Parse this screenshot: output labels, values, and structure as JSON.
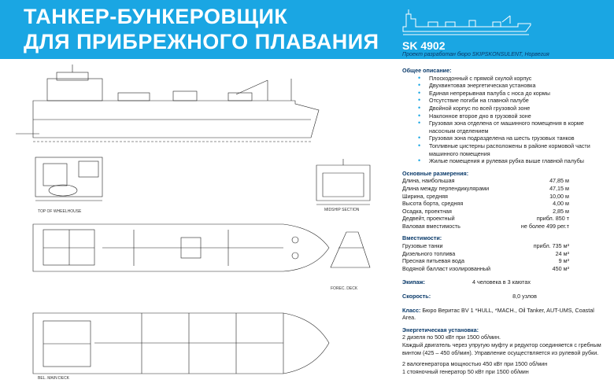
{
  "header": {
    "title_line1": "ТАНКЕР-БУНКЕРОВЩИК",
    "title_line2": "ДЛЯ ПРИБРЕЖНОГО ПЛАВАНИЯ",
    "model": "SK 4902",
    "designer": "Проект разработан бюро SKIPSKONSULENT, Норвегия",
    "color": "#1aa6e3"
  },
  "drawings": {
    "top_wheelhouse_label": "TOP OF WHEELHOUSE",
    "midship_label": "MIDSHIP SECTION",
    "forec_deck_label": "FOREC. DECK",
    "main_deck_label": "BEL. MAIN DECK"
  },
  "general": {
    "title": "Общее описание:",
    "items": [
      "Плоскодонный с прямой скулой корпус",
      "Двухвинтовая энергетическая установка",
      "Единая непрерывная палуба с носа до кормы",
      "Отсутствие погиби на главной палубе",
      "Двойной корпус по всей грузовой зоне",
      "Наклонное второе дно в грузовой зоне",
      "Грузовая зона отделена от машинного помещения в корме насосным отделением",
      "Грузовая зона подразделена на шесть грузовых танков",
      "Топливные цистерны расположены в районе кормовой части машинного помещения",
      "Жилые помещения и рулевая рубка выше главной палубы"
    ]
  },
  "dimensions": {
    "title": "Основные размерения:",
    "rows": [
      {
        "k": "Длина, наибольшая",
        "v": "47,85 м"
      },
      {
        "k": "Длина между перпендикулярами",
        "v": "47,15 м"
      },
      {
        "k": "Ширина, средняя",
        "v": "10,00 м"
      },
      {
        "k": "Высота борта, средняя",
        "v": "4,00 м"
      },
      {
        "k": "Осадка, проектная",
        "v": "2,85 м"
      },
      {
        "k": "Дедвейт, проектный",
        "v": "прибл. 850 т"
      },
      {
        "k": "Валовая вместимость",
        "v": "не более 499 рег.т"
      }
    ]
  },
  "capacity": {
    "title": "Вместимости:",
    "rows": [
      {
        "k": "Грузовые танки",
        "v": "прибл. 735 м³"
      },
      {
        "k": "Дизельного топлива",
        "v": "24 м³"
      },
      {
        "k": "Пресная питьевая вода",
        "v": "9 м³"
      },
      {
        "k": "Водяной балласт изолированный",
        "v": "450 м³"
      }
    ]
  },
  "crew": {
    "label": "Экипаж:",
    "value": "4 человека в 3 каютах"
  },
  "speed": {
    "label": "Скорость:",
    "value": "8,0 узлов"
  },
  "class": {
    "label": "Класс:",
    "value": "Бюро Веритас BV 1 *HULL, *MACH., Oil Tanker, AUT-UMS, Coastal Area."
  },
  "power": {
    "title": "Энергетическая установка:",
    "p1": "2 дизеля по 500 кВт при 1500 об/мин.",
    "p2": "Каждый двигатель через упругую муфту и редуктор соединяется с гребным винтом (425 – 450 об/мин). Управление осуществляется из рулевой рубки.",
    "p3": "2 валогенератора мощностью 450 кВт при 1500 об/мин",
    "p4": "1 стояночный генератор 50 кВт при 1500 об/мин"
  }
}
